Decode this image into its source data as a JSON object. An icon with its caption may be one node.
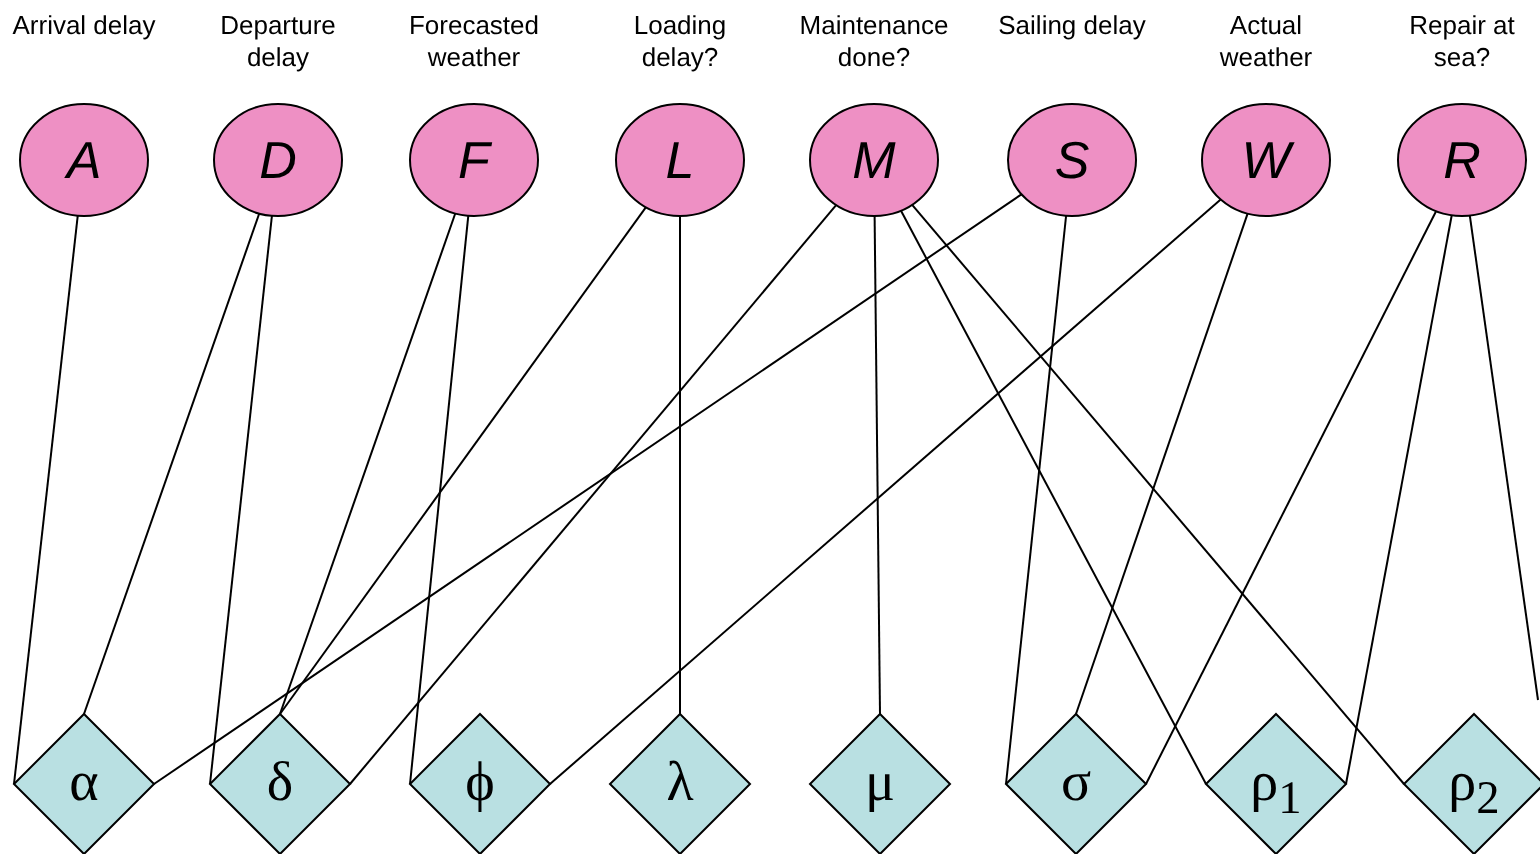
{
  "diagram": {
    "nodes": [
      {
        "text": [
          "Arrival delay",
          "A"
        ]
      },
      {
        "text": [
          "Departure delay",
          "D"
        ]
      },
      {
        "text": [
          "Forecasted weather",
          "F"
        ]
      },
      {
        "text": [
          "Loading delay?",
          "L"
        ]
      },
      {
        "text": [
          "Maintenance done?",
          "M"
        ]
      },
      {
        "text": [
          "Sailing delay",
          "S"
        ]
      },
      {
        "text": [
          "Actual weather",
          "W"
        ]
      },
      {
        "text": [
          "Repair at sea?",
          "R"
        ]
      },
      {
        "text": [
          "α"
        ]
      },
      {
        "text": [
          "δ"
        ]
      },
      {
        "text": [
          "ϕ"
        ]
      },
      {
        "text": [
          "λ"
        ]
      },
      {
        "text": [
          "μ"
        ]
      },
      {
        "text": [
          "σ"
        ]
      },
      {
        "text": [
          "ρ$_{1}$"
        ]
      },
      {
        "text": [
          "ρ$_{2}$"
        ]
      }
    ],
    "edges": [
      {
        "from": 0,
        "to": 8,
        "arrow": "none"
      },
      {
        "from": 1,
        "to": 8,
        "arrow": "none"
      },
      {
        "from": 1,
        "to": 9,
        "arrow": "none"
      },
      {
        "from": 2,
        "to": 9,
        "arrow": "none"
      },
      {
        "from": 2,
        "to": 10,
        "arrow": "none"
      },
      {
        "from": 3,
        "to": 9,
        "arrow": "none"
      },
      {
        "from": 3,
        "to": 11,
        "arrow": "none"
      },
      {
        "from": 4,
        "to": 9,
        "arrow": "none"
      },
      {
        "from": 4,
        "to": 12,
        "arrow": "none"
      },
      {
        "from": 4,
        "to": 14,
        "arrow": "none"
      },
      {
        "from": 4,
        "to": 15,
        "arrow": "none"
      },
      {
        "from": 5,
        "to": 8,
        "arrow": "none"
      },
      {
        "from": 5,
        "to": 13,
        "arrow": "none"
      },
      {
        "from": 6,
        "to": 10,
        "arrow": "none"
      },
      {
        "from": 6,
        "to": 13,
        "arrow": "none"
      },
      {
        "from": 7,
        "to": 13,
        "arrow": "none"
      },
      {
        "from": 7,
        "to": 14,
        "arrow": "none"
      },
      {
        "from": 7,
        "to": null,
        "arrow": "none"
      }
    ]
  }
}
